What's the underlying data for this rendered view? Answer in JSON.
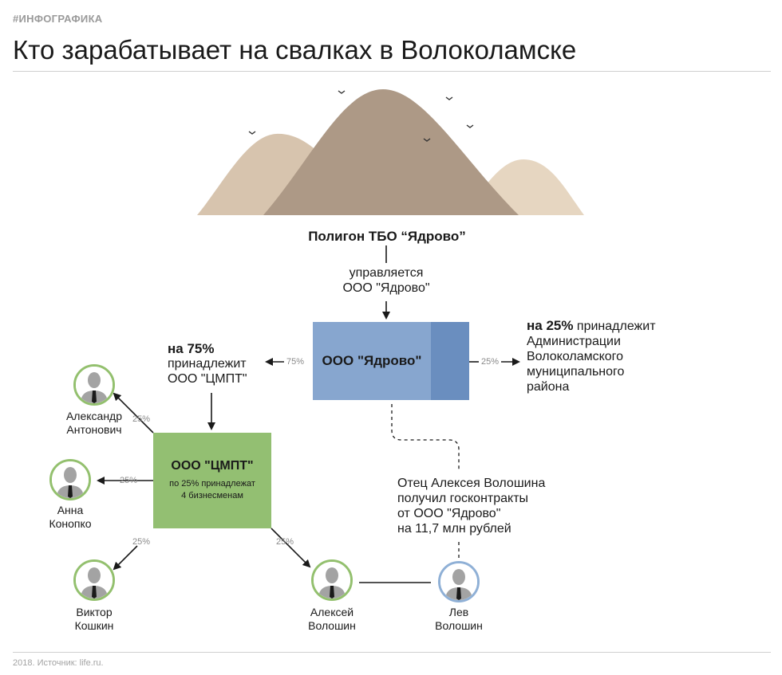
{
  "header": {
    "tag": "#ИНФОГРАФИКА",
    "title": "Кто зарабатывает на свалках в Волоколамске"
  },
  "landfill": {
    "label": "Полигон ТБО “Ядрово”"
  },
  "managed": {
    "line1": "управляется",
    "line2": "ООО \"Ядрово\""
  },
  "yadrovo_box": {
    "label": "ООО \"Ядрово\""
  },
  "left_share": {
    "bold": "на 75%",
    "line2": "принадлежит",
    "line3": "ООО \"ЦМПТ\"",
    "pct": "75%"
  },
  "right_share": {
    "bold": "на 25%",
    "line1_rest": " принадлежит",
    "line2": "Администрации",
    "line3": "Волоколамского",
    "line4": "муниципального",
    "line5": "района",
    "pct": "25%"
  },
  "cmpt_box": {
    "label": "ООО \"ЦМПТ\"",
    "sub1": "по 25% принадлежат",
    "sub2": "4 бизнесменам"
  },
  "contracts_note": {
    "line1": "Отец Алексея Волошина",
    "line2": "получил госконтракты",
    "line3": "от ООО \"Ядрово\"",
    "line4": "на 11,7 млн рублей"
  },
  "people": [
    {
      "first": "Александр",
      "last": "Антонович",
      "pct": "25%"
    },
    {
      "first": "Анна",
      "last": "Конопко",
      "pct": "25%"
    },
    {
      "first": "Виктор",
      "last": "Кошкин",
      "pct": "25%"
    },
    {
      "first": "Алексей",
      "last": "Волошин",
      "pct": "25%"
    },
    {
      "first": "Лев",
      "last": "Волошин"
    }
  ],
  "colors": {
    "mountain_dark": "#ad9986",
    "mountain_light": "#d7c4ae",
    "mountain_lightest": "#e6d6c1",
    "yadrovo_box": "#87a6cf",
    "yadrovo_box_accent": "#6a8ebf",
    "cmpt_box": "#93bf72",
    "person_ring_green": "#93c06e",
    "person_ring_blue": "#8fb0d6"
  },
  "footer": {
    "source": "2018. Источник: life.ru."
  }
}
